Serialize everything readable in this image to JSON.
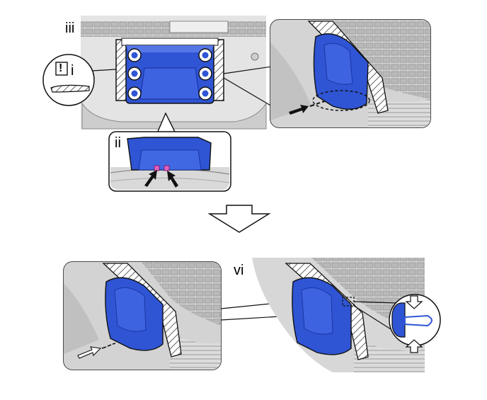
{
  "labels": {
    "step_iii": "iii",
    "step_ii": "ii",
    "step_i": "i",
    "step_vi": "vi",
    "caution_mark": "!"
  },
  "colors": {
    "part_blue": "#2f55d4",
    "part_blue_dark": "#1b36a6",
    "part_blue_light": "#6d8ef0",
    "panel_gray": "#d6d6d6",
    "panel_gray_dark": "#a9a9a9",
    "outline": "#1a1a1a",
    "clip_highlight": "#e060c0"
  },
  "icons": {
    "arrow_down": "down-arrow-icon",
    "pull_arrow": "pull-direction-arrow-icon",
    "push_arrow": "push-arrow-icon",
    "caution": "caution-icon"
  }
}
